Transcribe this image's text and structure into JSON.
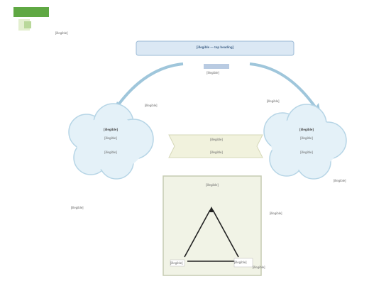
{
  "logo": {
    "brand_color": "#5fa843",
    "accent": "#b9d89a"
  },
  "top_box": {
    "title": "[illegible — top heading]"
  },
  "left_cloud": {
    "title": "[illegible]",
    "subtitle": "[illegible]",
    "body": "[illegible]"
  },
  "right_cloud": {
    "title": "[illegible]",
    "subtitle": "[illegible]",
    "body": "[illegible]"
  },
  "center_banner": {
    "title": "[illegible]",
    "subtitle": "[illegible]"
  },
  "triangle_panel": {
    "title": "[illegible]",
    "left_vertex": "[illegible]",
    "right_vertex": "[illegible]"
  },
  "notes": {
    "top_left": "[illegible]",
    "left_mid": "[illegible]",
    "bottom_left": "[illegible]",
    "top_center": "[illegible]",
    "right_mid": "[illegible]",
    "right_lower": "[illegible]",
    "bottom_right": "[illegible]",
    "footer": "[illegible]"
  },
  "colors": {
    "cloud_fill": "#e4f1f8",
    "cloud_stroke": "#b6d5e6",
    "arrow": "#9fc6db",
    "banner_fill": "#f1f2dd",
    "panel_fill": "#f1f3e6",
    "panel_stroke": "#c6cbb2"
  }
}
